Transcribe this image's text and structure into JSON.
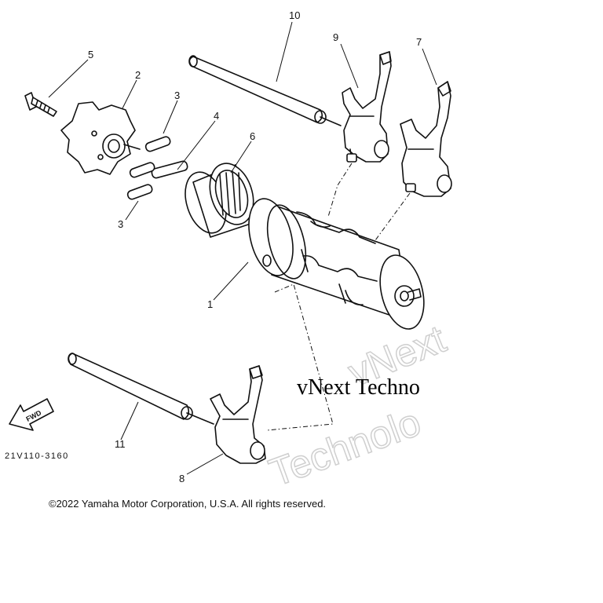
{
  "callouts": {
    "c1": "1",
    "c2": "2",
    "c3a": "3",
    "c3b": "3",
    "c4": "4",
    "c5": "5",
    "c6": "6",
    "c7": "7",
    "c8": "8",
    "c9": "9",
    "c10": "10",
    "c11": "11"
  },
  "part_code": "21V110-3160",
  "fwd_label": "FWD",
  "watermark": {
    "line1": "vNext",
    "line2": "vNext Techno",
    "line3": "Technolo"
  },
  "copyright": "©2022 Yamaha Motor Corporation, U.S.A. All rights reserved."
}
